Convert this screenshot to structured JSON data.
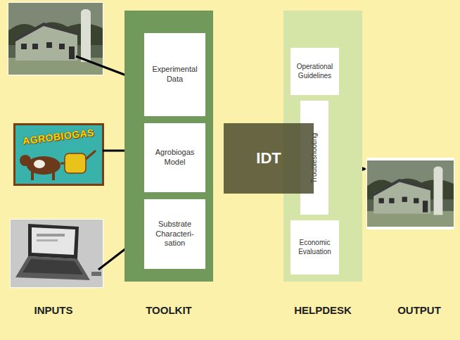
{
  "diagram": {
    "nodes": [
      {
        "text": [
          "TOOLKIT"
        ]
      },
      {
        "text": [
          "Experimental Data"
        ],
        "in": 0
      },
      {
        "text": [
          "Agrobiogas Model"
        ],
        "in": 0
      },
      {
        "text": [
          "Substrate Characteri- sation"
        ],
        "in": 0
      },
      {
        "text": [
          "IDT"
        ]
      },
      {
        "text": [
          "HELPDESK"
        ]
      },
      {
        "text": [
          "Operational Guidelines"
        ],
        "in": 5
      },
      {
        "text": [
          "Troubleshooting"
        ],
        "in": 5
      },
      {
        "text": [
          "Economic Evaluation"
        ],
        "in": 5
      }
    ],
    "labels": [
      "AGROBIOGAS",
      "INPUTS",
      "OUTPUT"
    ]
  }
}
